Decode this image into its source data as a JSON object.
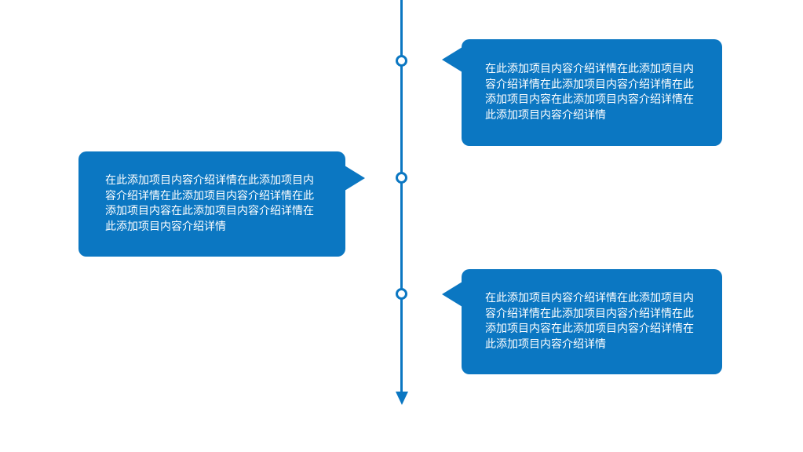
{
  "colors": {
    "primary": "#0b77c2",
    "background": "#ffffff",
    "node_fill": "#ffffff",
    "text": "#ffffff"
  },
  "timeline": {
    "orientation": "vertical",
    "node_count": 3,
    "arrowhead": "down"
  },
  "callouts": [
    {
      "side": "right",
      "text": "在此添加项目内容介绍详情在此添加项目内容介绍详情在此添加项目内容介绍详情在此添加项目内容在此添加项目内容介绍详情在此添加项目内容介绍详情"
    },
    {
      "side": "left",
      "text": "在此添加项目内容介绍详情在此添加项目内容介绍详情在此添加项目内容介绍详情在此添加项目内容在此添加项目内容介绍详情在此添加项目内容介绍详情"
    },
    {
      "side": "right",
      "text": "在此添加项目内容介绍详情在此添加项目内容介绍详情在此添加项目内容介绍详情在此添加项目内容在此添加项目内容介绍详情在此添加项目内容介绍详情"
    }
  ]
}
